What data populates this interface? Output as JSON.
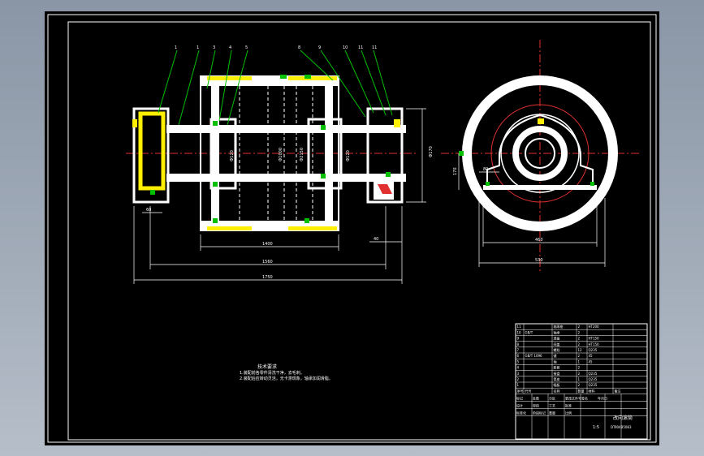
{
  "drawing": {
    "callouts": [
      "1",
      "1",
      "3",
      "4",
      "5",
      "8",
      "9",
      "10",
      "11",
      "11"
    ],
    "front_view_dims": {
      "shaft_dia_left": "Ф120",
      "drum_dia_main": "Ф1000",
      "drum_dia_inner": "Ф2150",
      "shaft_dia_right": "Ф120",
      "bearing_height": "Ф170",
      "bearing_width": "60",
      "drum_length": "1400",
      "bearing_span": "1560",
      "total_length": "1750",
      "end_gap": "40"
    },
    "side_view_dims": {
      "center_height": "170",
      "bearing_base": "80",
      "base_width": "460",
      "outer_width": "530"
    },
    "notes": {
      "title": "技术要求",
      "line1": "1.装配前各零件清洗干净，去毛刺。",
      "line2": "2.装配后应转动灵活，无卡滞现象，轴承加润滑脂。"
    },
    "title_block": {
      "drawing_name": "改向滚筒",
      "scale": "1:5",
      "drawing_number": "DTⅡ04B5083",
      "labels": [
        "标记",
        "处数",
        "分区",
        "更改文件号",
        "签名",
        "年月日",
        "设计",
        "审核",
        "工艺",
        "批准",
        "标准化",
        "阶段标记",
        "重量",
        "比例"
      ],
      "rows": [
        [
          "11",
          "",
          "轴承座",
          "2",
          "HT200",
          ""
        ],
        [
          "10",
          "GB/T",
          "轴承",
          "2",
          "",
          ""
        ],
        [
          "9",
          "",
          "透盖",
          "2",
          "HT150",
          ""
        ],
        [
          "8",
          "",
          "闷盖",
          "2",
          "HT150",
          ""
        ],
        [
          "7",
          "",
          "螺栓",
          "12",
          "Q235",
          ""
        ],
        [
          "6",
          "GB/T 1096",
          "键",
          "2",
          "45",
          ""
        ],
        [
          "5",
          "",
          "轴",
          "1",
          "45",
          ""
        ],
        [
          "4",
          "",
          "胀套",
          "2",
          "",
          ""
        ],
        [
          "3",
          "",
          "接盘",
          "2",
          "Q235",
          ""
        ],
        [
          "2",
          "",
          "筒皮",
          "1",
          "Q235",
          ""
        ],
        [
          "1",
          "",
          "幅板",
          "2",
          "Q235",
          ""
        ]
      ],
      "header": [
        "序号",
        "代号",
        "名称",
        "数量",
        "材料",
        "备注"
      ]
    }
  }
}
